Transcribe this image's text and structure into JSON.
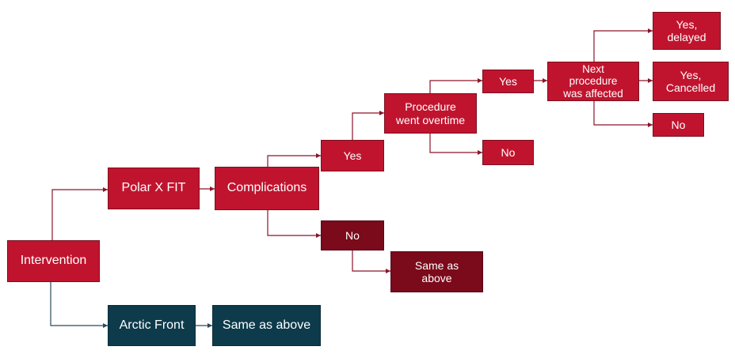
{
  "colors": {
    "red": "#c0142e",
    "dark_red": "#7b0a1a",
    "teal": "#0d3b4c",
    "connector_red": "#8c1428",
    "connector_teal": "#2b4a5e"
  },
  "nodes": {
    "intervention": "Intervention",
    "polar_x_fit": "Polar X FIT",
    "complications": "Complications",
    "complications_yes": "Yes",
    "complications_no": "No",
    "same_as_above_red": "Same as\nabove",
    "procedure_overtime": "Procedure\nwent overtime",
    "overtime_yes": "Yes",
    "overtime_no": "No",
    "next_procedure": "Next\nprocedure\nwas affected",
    "yes_delayed": "Yes,\ndelayed",
    "yes_cancelled": "Yes,\nCancelled",
    "next_no": "No",
    "arctic_front": "Arctic Front",
    "same_as_above_teal": "Same as above"
  }
}
